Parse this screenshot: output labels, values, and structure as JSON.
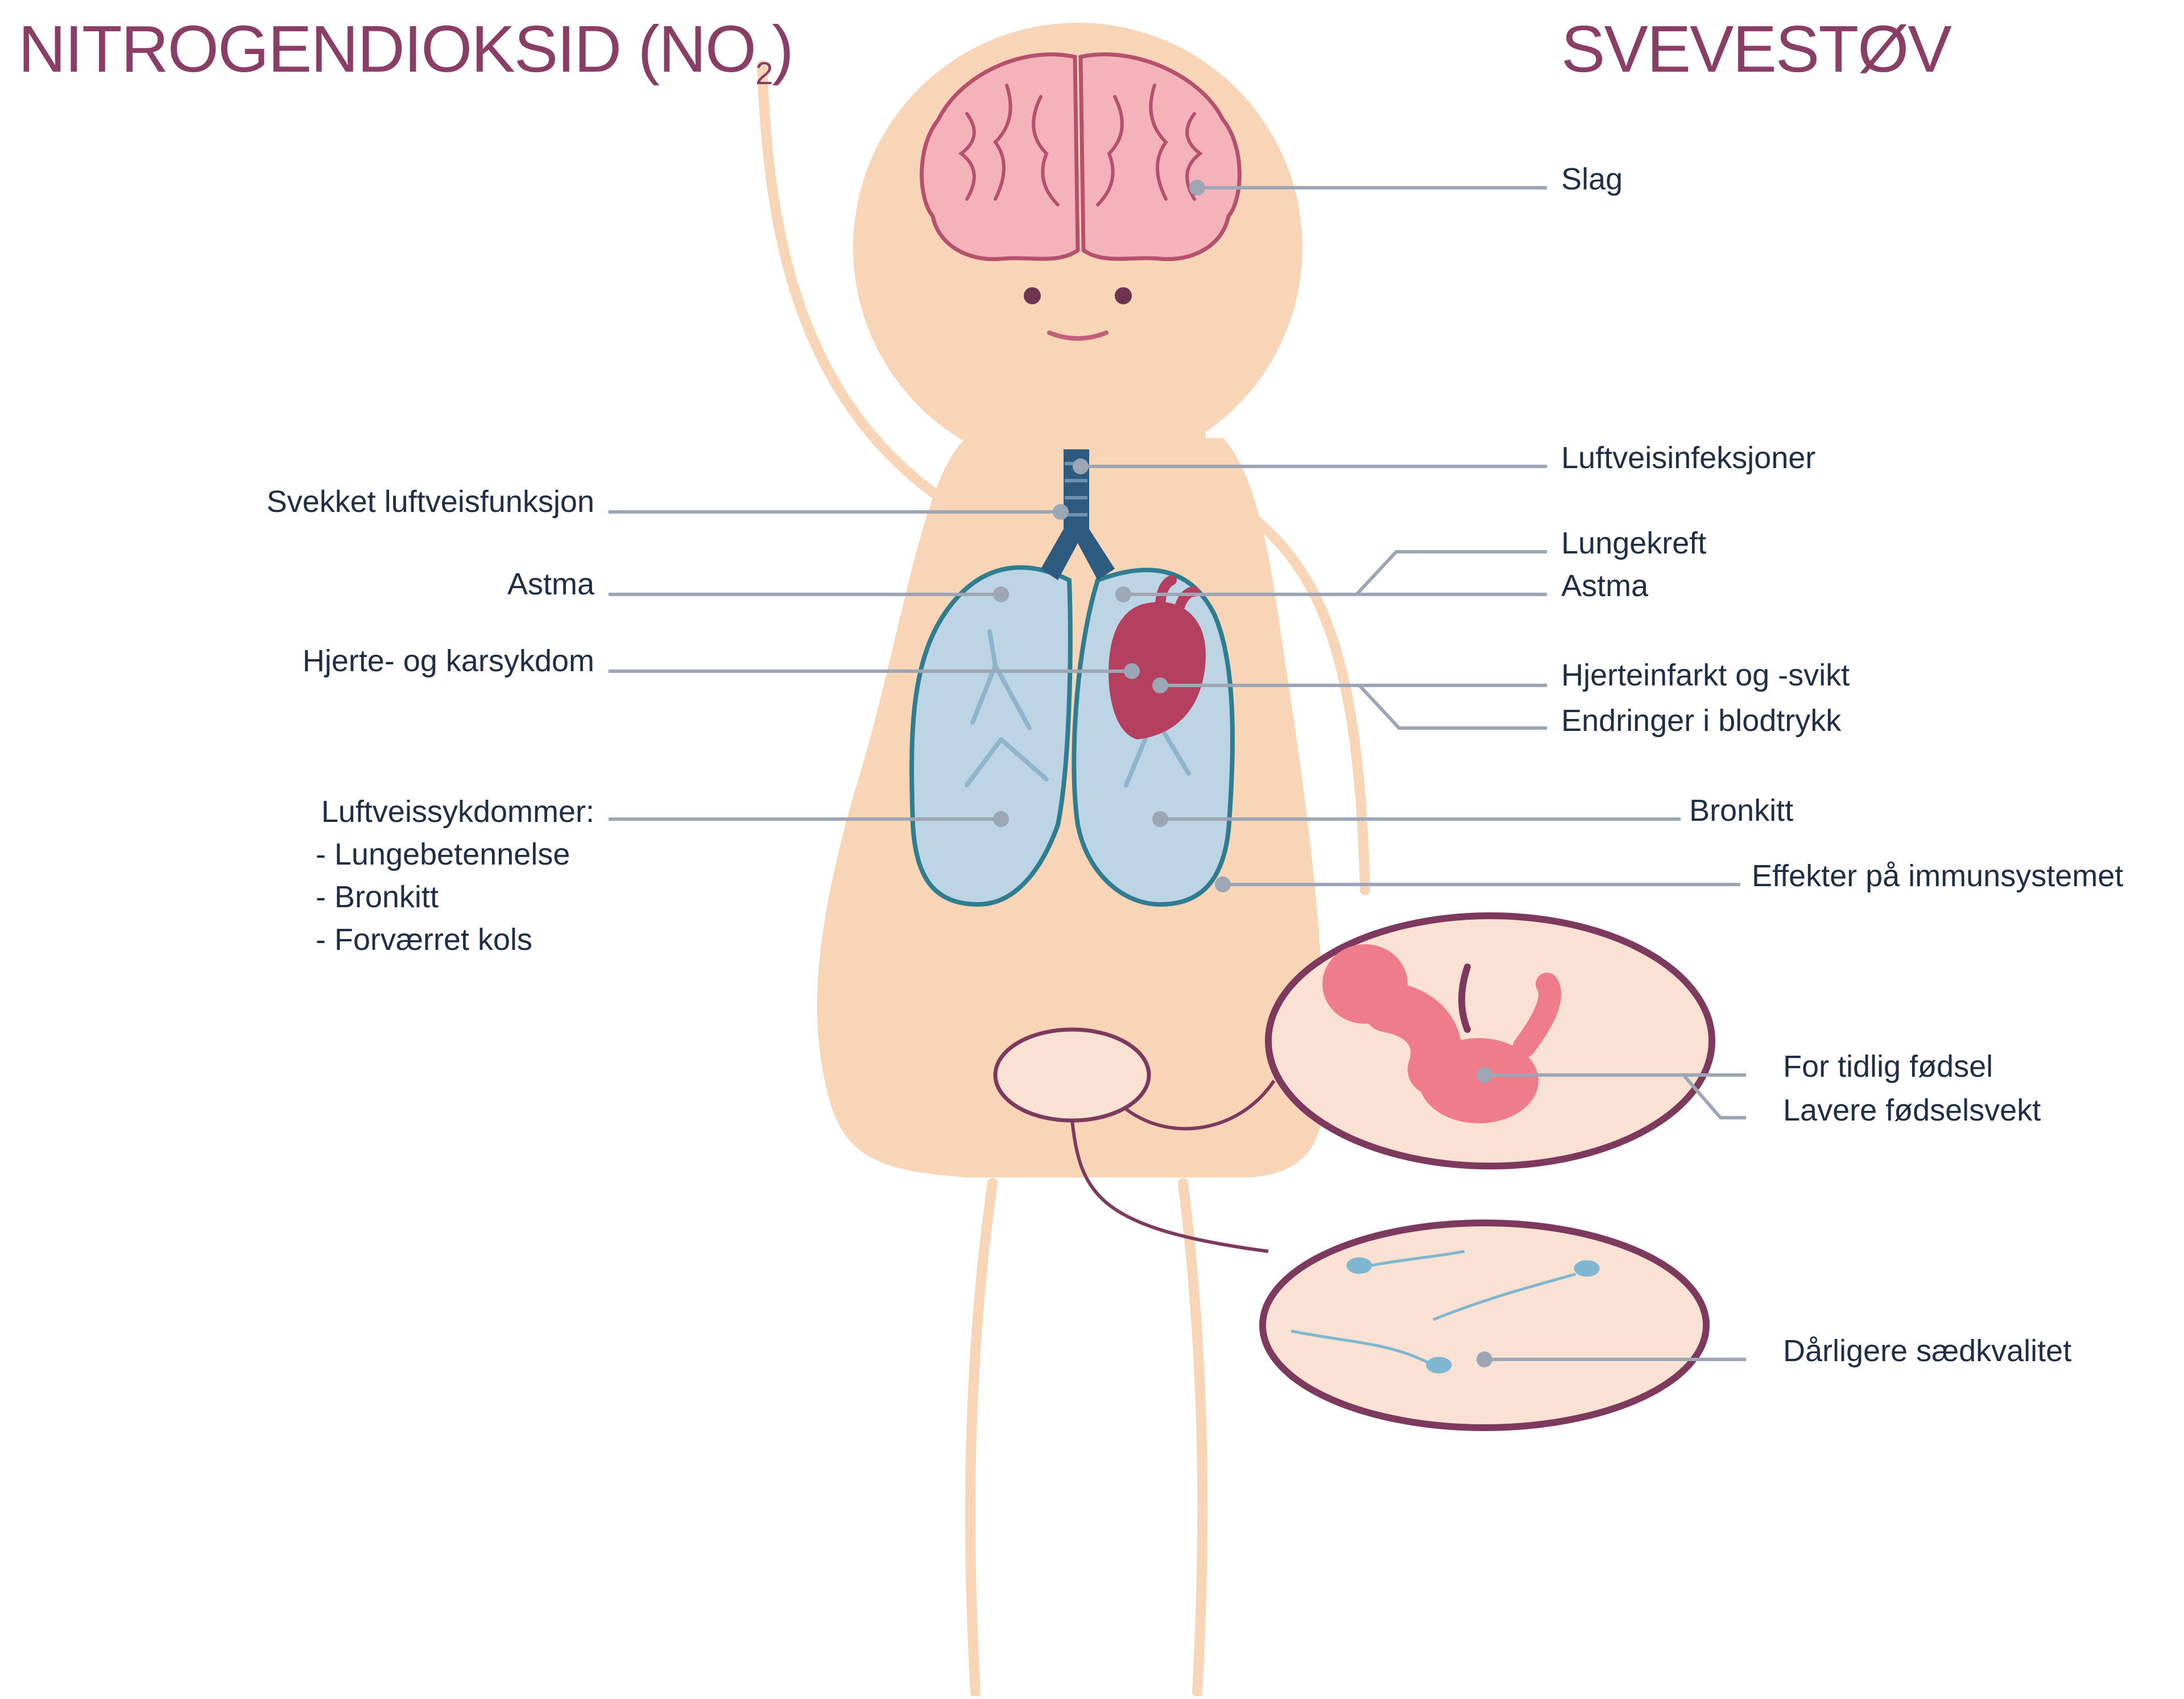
{
  "headings": {
    "left": "NITROGENDIOKSID (NO",
    "left_subscript": "2",
    "left_close": ")",
    "right": "SVEVESTØV"
  },
  "left_labels": {
    "svekket": "Svekket luftveisfunksjon",
    "astma": "Astma",
    "hjerte": "Hjerte- og karsykdom",
    "luftveissykdommer": "Luftveissykdommer:",
    "lungebetennelse": "- Lungebetennelse",
    "bronkitt": "- Bronkitt",
    "kols": "- Forværret kols"
  },
  "right_labels": {
    "slag": "Slag",
    "luftveisinfeksjoner": "Luftveisinfeksjoner",
    "lungekreft": "Lungekreft",
    "astma": "Astma",
    "hjerteinfarkt": "Hjerteinfarkt og -svikt",
    "blodtrykk": "Endringer i blodtrykk",
    "bronkitt": "Bronkitt",
    "immunsystemet": "Effekter på immunsystemet",
    "tidlig_fodsel": "For tidlig fødsel",
    "lavere_fodselsvekt": "Lavere fødselsvekt",
    "saedkvalitet": "Dårligere sædkvalitet"
  },
  "colors": {
    "skin": "#f8d5b7",
    "heading": "#8b3e65",
    "text": "#1f2d45",
    "leader_line": "#9ca6b5",
    "lung_fill": "#bcd4e3",
    "lung_outline": "#2f7d91",
    "heart": "#b53f5e",
    "brain": "#f3b3b9",
    "brain_outline": "#b5516f",
    "organ_circle_fill": "#f9e1d3",
    "organ_circle_outline": "#7e3a5e",
    "fetus": "#ee7d89",
    "sperm": "#7fb6d1",
    "trachea": "#2d5b80"
  }
}
